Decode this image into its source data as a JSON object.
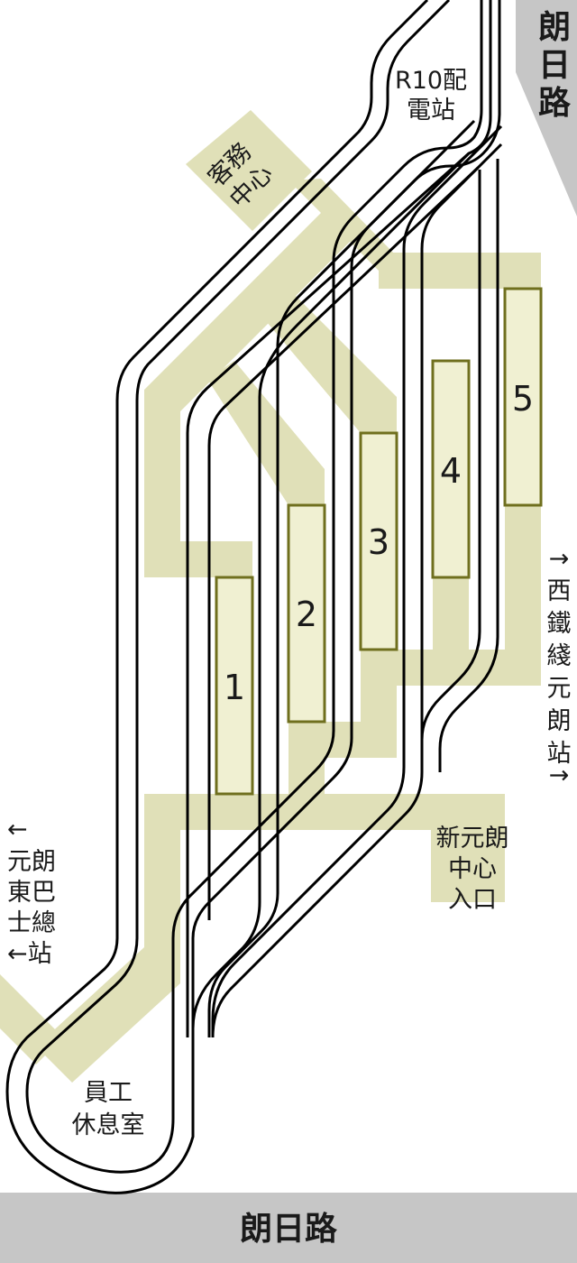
{
  "colors": {
    "road": "#c6c6c6",
    "walkway": "#e0e0b8",
    "bay_fill": "#f0f0d2",
    "bay_border": "#6f6f1e",
    "track": "#000000",
    "background": "#ffffff"
  },
  "roads": {
    "bottom_road": "朗日路",
    "right_road": [
      "朗",
      "日",
      "路"
    ]
  },
  "facilities": {
    "light_rail_stop": [
      "R10配",
      "電站"
    ],
    "customer_service": [
      "客務",
      "中心"
    ],
    "staff_room": [
      "員工",
      "休息室"
    ],
    "new_town_centre_entrance": [
      "新元朗",
      "中心",
      "入口"
    ]
  },
  "directions": {
    "west_rail": [
      "→",
      "西",
      "鐵",
      "綫",
      "元",
      "朗",
      "站",
      "→"
    ],
    "bus_terminus": [
      "←",
      "元朗",
      "東巴",
      "士總",
      "←站"
    ]
  },
  "bays": [
    "1",
    "2",
    "3",
    "4",
    "5"
  ]
}
